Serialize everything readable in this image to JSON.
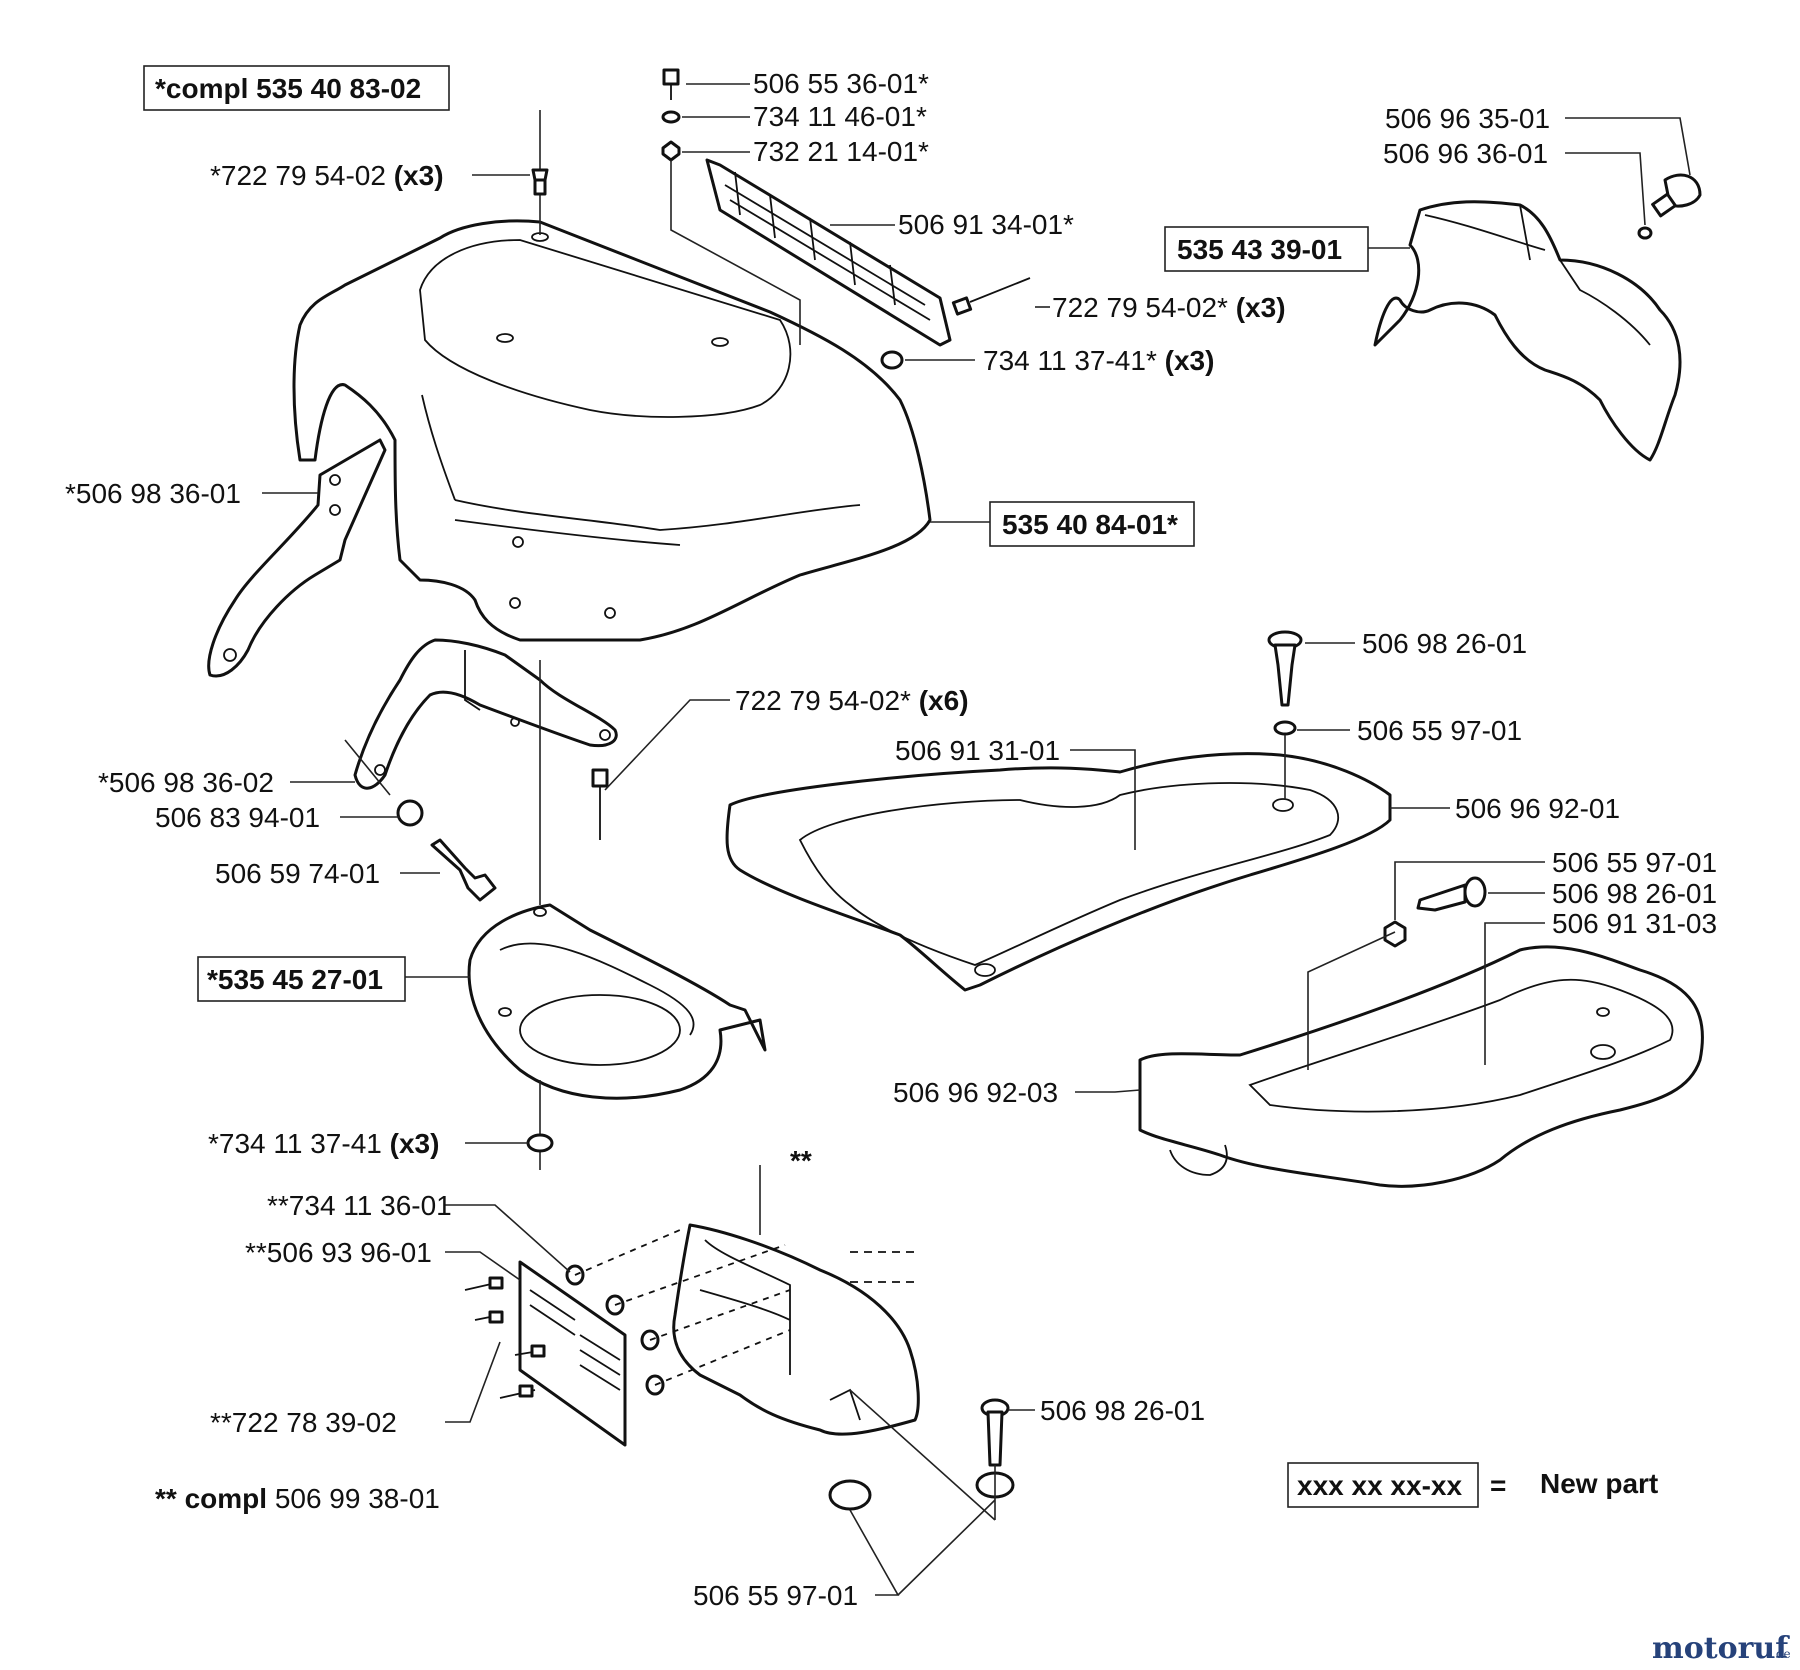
{
  "labels": {
    "compl_top": "*compl 535 40 83-02",
    "rivet_top": "*722 79 54-02",
    "rivet_top_qty": "(x3)",
    "bolt_top": "506 55 36-01*",
    "washer_top": "734 11 46-01*",
    "nut_top": "732 21 14-01*",
    "grille": "506 91 34-01*",
    "rivet_grille": "722 79 54-02*",
    "rivet_grille_qty": "(x3)",
    "nut_grille": "734 11 37-41*",
    "nut_grille_qty": "(x3)",
    "bracket_left": "*506 98 36-01",
    "hood": "535 40 84-01*",
    "bolt_right_a": "506 96 35-01",
    "washer_right_a": "506 96 36-01",
    "shroud_right": "535 43 39-01",
    "rivet_mid": "722 79 54-02*",
    "rivet_mid_qty": "(x6)",
    "bracket_mid": "*506 98 36-02",
    "spacer_mid": "506 83 94-01",
    "bolt_mid": "506 59 74-01",
    "bowl": "*535 45 27-01",
    "nut_bowl": "*734 11 37-41",
    "nut_bowl_qty": "(x3)",
    "screw_a": "506 98 26-01",
    "washer_a": "506 55 97-01",
    "footrest_a_label": "506 91 31-01",
    "footrest_a_end": "506 96 92-01",
    "washer_b": "506 55 97-01",
    "screw_b": "506 98 26-01",
    "footrest_b_label": "506 91 31-03",
    "footrest_b_end": "506 96 92-03",
    "double_star": "**",
    "nut_small": "**734 11 36-01",
    "screen_small": "**506 93 96-01",
    "rivet_small": "**722 78 39-02",
    "compl_bottom_prefix": "** compl",
    "compl_bottom_num": "506 99 38-01",
    "screw_c": "506 98 26-01",
    "washer_c": "506 55 97-01",
    "legend_box": "xxx xx xx-xx",
    "legend_eq": "=",
    "legend_text": "New part"
  },
  "watermark": {
    "main": "motoruf",
    "accent": ".de"
  },
  "colors": {
    "line": "#111111",
    "watermark_blue": "#26427a",
    "watermark_red": "#b22a2a"
  }
}
